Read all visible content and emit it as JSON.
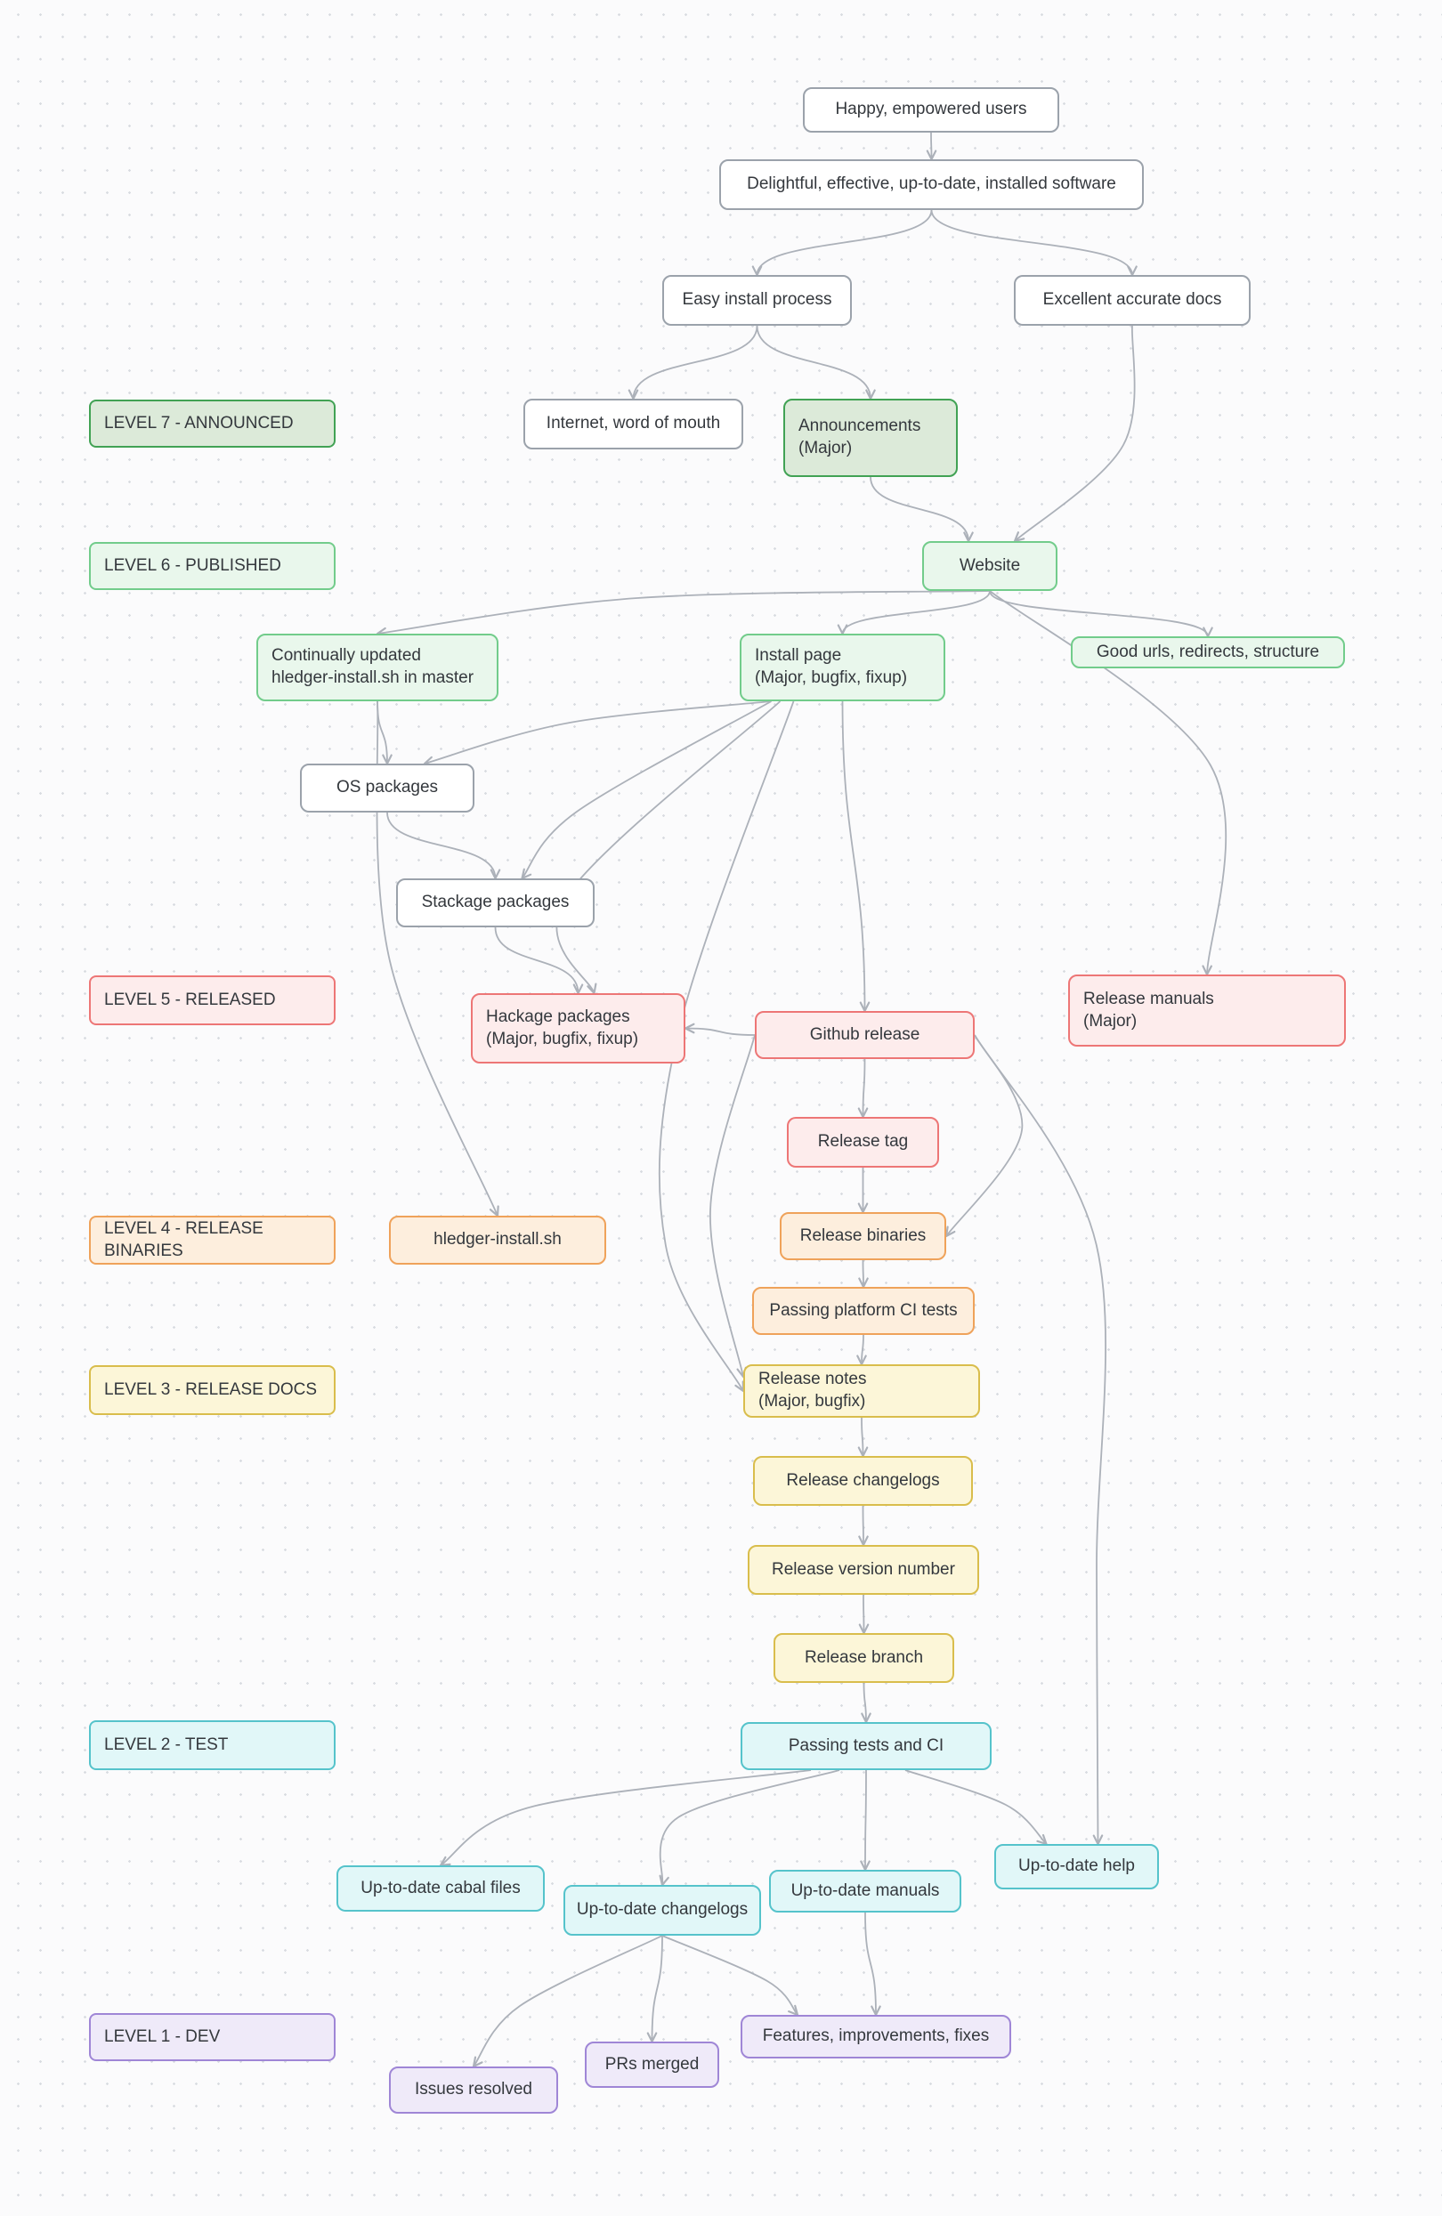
{
  "palette": {
    "background": "#fbfbfc",
    "arrow": "#acb1b9",
    "neutral_border": "#9ba2ab",
    "level7_green": "#41a254",
    "level6_green": "#72cc8b",
    "level5_red": "#ed7676",
    "level4_orange": "#efa25a",
    "level3_yellow": "#d9bd4c",
    "level2_cyan": "#55c3cb",
    "level1_purple": "#9f86d6"
  },
  "levels": {
    "level7": {
      "label": "LEVEL 7 - ANNOUNCED"
    },
    "level6": {
      "label": "LEVEL 6 - PUBLISHED"
    },
    "level5": {
      "label": "LEVEL 5 - RELEASED"
    },
    "level4": {
      "label": "LEVEL 4 - RELEASE BINARIES"
    },
    "level3": {
      "label": "LEVEL 3 - RELEASE DOCS"
    },
    "level2": {
      "label": "LEVEL 2 - TEST"
    },
    "level1": {
      "label": "LEVEL 1 - DEV"
    }
  },
  "nodes": {
    "happy_users": {
      "label": "Happy, empowered users"
    },
    "delightful_software": {
      "label": "Delightful, effective, up-to-date, installed software"
    },
    "easy_install": {
      "label": "Easy install process"
    },
    "excellent_docs": {
      "label": "Excellent accurate docs"
    },
    "internet_word_of_mouth": {
      "label": "Internet, word of mouth"
    },
    "announcements": {
      "label": "Announcements\n(Major)"
    },
    "website": {
      "label": "Website"
    },
    "continually_updated_install": {
      "label": "Continually updated\nhledger-install.sh in master"
    },
    "install_page": {
      "label": "Install page\n(Major, bugfix, fixup)"
    },
    "good_urls": {
      "label": "Good urls, redirects, structure"
    },
    "os_packages": {
      "label": "OS packages"
    },
    "stackage_packages": {
      "label": "Stackage packages"
    },
    "hackage_packages": {
      "label": "Hackage packages\n(Major, bugfix, fixup)"
    },
    "github_release": {
      "label": "Github release"
    },
    "release_manuals": {
      "label": "Release manuals\n(Major)"
    },
    "release_tag": {
      "label": "Release tag"
    },
    "hledger_install_sh": {
      "label": "hledger-install.sh"
    },
    "release_binaries": {
      "label": "Release binaries"
    },
    "passing_platform_ci": {
      "label": "Passing platform CI tests"
    },
    "release_notes": {
      "label": "Release notes\n(Major, bugfix)"
    },
    "release_changelogs": {
      "label": "Release changelogs"
    },
    "release_version_number": {
      "label": "Release version number"
    },
    "release_branch": {
      "label": "Release branch"
    },
    "passing_tests_ci": {
      "label": "Passing tests and CI"
    },
    "up_to_date_cabal_files": {
      "label": "Up-to-date cabal files"
    },
    "up_to_date_changelogs": {
      "label": "Up-to-date changelogs"
    },
    "up_to_date_manuals": {
      "label": "Up-to-date manuals"
    },
    "up_to_date_help": {
      "label": "Up-to-date help"
    },
    "features_improvements_fixes": {
      "label": "Features, improvements, fixes"
    },
    "prs_merged": {
      "label": "PRs merged"
    },
    "issues_resolved": {
      "label": "Issues resolved"
    }
  },
  "edges": [
    {
      "from": "happy_users",
      "to": "delightful_software"
    },
    {
      "from": "delightful_software",
      "to": "easy_install"
    },
    {
      "from": "delightful_software",
      "to": "excellent_docs"
    },
    {
      "from": "easy_install",
      "to": "internet_word_of_mouth"
    },
    {
      "from": "easy_install",
      "to": "announcements"
    },
    {
      "from": "excellent_docs",
      "to": "website",
      "via": [
        [
          1262,
          500
        ]
      ],
      "toOffset": [
        28,
        0
      ]
    },
    {
      "from": "announcements",
      "to": "website",
      "toOffset": [
        -24,
        0
      ]
    },
    {
      "from": "website",
      "to": "continually_updated_install",
      "via": [
        [
          716,
          672
        ]
      ]
    },
    {
      "from": "website",
      "to": "install_page"
    },
    {
      "from": "website",
      "to": "good_urls"
    },
    {
      "from": "website",
      "to": "release_manuals",
      "via": [
        [
          1360,
          860
        ]
      ]
    },
    {
      "from": "continually_updated_install",
      "to": "os_packages"
    },
    {
      "from": "continually_updated_install",
      "to": "hledger_install_sh",
      "via": [
        [
          438,
          1080
        ]
      ]
    },
    {
      "from": "os_packages",
      "to": "stackage_packages"
    },
    {
      "from": "stackage_packages",
      "to": "hackage_packages"
    },
    {
      "from": "install_page",
      "to": "os_packages",
      "fromOffset": [
        -80,
        0
      ],
      "via": [
        [
          640,
          812
        ]
      ],
      "toOffset": [
        42,
        0
      ]
    },
    {
      "from": "install_page",
      "to": "stackage_packages",
      "fromOffset": [
        -80,
        0
      ],
      "via": [
        [
          648,
          912
        ]
      ],
      "toOffset": [
        30,
        0
      ]
    },
    {
      "from": "install_page",
      "to": "hackage_packages",
      "fromOffset": [
        -70,
        0
      ],
      "via": [
        [
          636,
          1008
        ]
      ],
      "toOffset": [
        18,
        0
      ]
    },
    {
      "from": "install_page",
      "to": "github_release"
    },
    {
      "from": "install_page",
      "to": "release_notes",
      "fromOffset": [
        -55,
        0
      ],
      "via": [
        [
          762,
          1160
        ],
        [
          748,
          1400
        ]
      ],
      "toSide": "left"
    },
    {
      "from": "github_release",
      "to": "hackage_packages",
      "fromSide": "left",
      "toSide": "right"
    },
    {
      "from": "github_release",
      "to": "release_tag"
    },
    {
      "from": "github_release",
      "to": "release_binaries",
      "fromSide": "right",
      "via": [
        [
          1148,
          1270
        ]
      ],
      "toSide": "right"
    },
    {
      "from": "github_release",
      "to": "release_notes",
      "fromSide": "left",
      "via": [
        [
          798,
          1360
        ]
      ],
      "toSide": "left",
      "toOffset": [
        0,
        -16
      ]
    },
    {
      "from": "github_release",
      "to": "up_to_date_help",
      "fromSide": "right",
      "via": [
        [
          1232,
          1400
        ],
        [
          1232,
          1760
        ]
      ],
      "toOffset": [
        24,
        0
      ]
    },
    {
      "from": "release_tag",
      "to": "release_binaries"
    },
    {
      "from": "release_binaries",
      "to": "passing_platform_ci"
    },
    {
      "from": "passing_platform_ci",
      "to": "release_notes"
    },
    {
      "from": "release_notes",
      "to": "release_changelogs"
    },
    {
      "from": "release_changelogs",
      "to": "release_version_number"
    },
    {
      "from": "release_version_number",
      "to": "release_branch"
    },
    {
      "from": "release_branch",
      "to": "passing_tests_ci"
    },
    {
      "from": "passing_tests_ci",
      "to": "up_to_date_cabal_files",
      "fromOffset": [
        -62,
        0
      ],
      "via": [
        [
          598,
          2030
        ]
      ]
    },
    {
      "from": "passing_tests_ci",
      "to": "up_to_date_changelogs",
      "fromOffset": [
        -30,
        0
      ],
      "via": [
        [
          762,
          2042
        ]
      ]
    },
    {
      "from": "passing_tests_ci",
      "to": "up_to_date_manuals"
    },
    {
      "from": "passing_tests_ci",
      "to": "up_to_date_help",
      "fromOffset": [
        44,
        0
      ],
      "via": [
        [
          1130,
          2028
        ]
      ],
      "toOffset": [
        -34,
        0
      ]
    },
    {
      "from": "up_to_date_manuals",
      "to": "features_improvements_fixes"
    },
    {
      "from": "up_to_date_changelogs",
      "to": "features_improvements_fixes",
      "via": [
        [
          862,
          2226
        ]
      ],
      "toOffset": [
        -88,
        0
      ]
    },
    {
      "from": "up_to_date_changelogs",
      "to": "prs_merged"
    },
    {
      "from": "up_to_date_changelogs",
      "to": "issues_resolved",
      "via": [
        [
          584,
          2254
        ]
      ]
    }
  ]
}
